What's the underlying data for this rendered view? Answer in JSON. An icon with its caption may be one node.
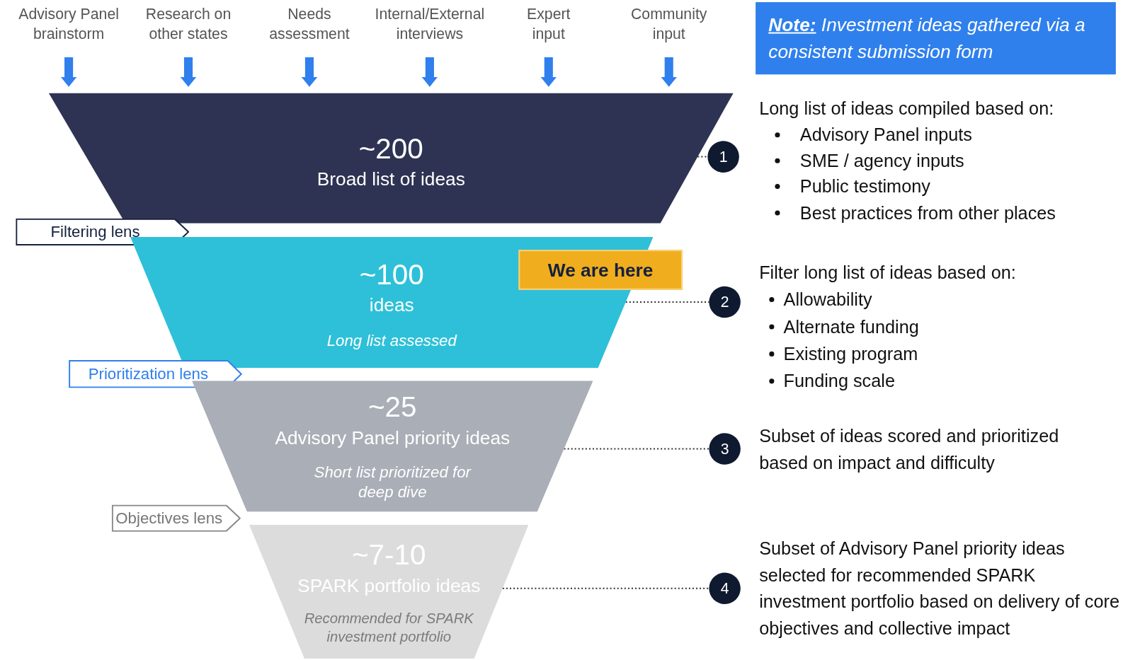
{
  "diagram": {
    "nodes": [
      {
        "text": [
          "Advisory Panel brainstorm"
        ]
      },
      {
        "text": [
          "Research on other states"
        ]
      },
      {
        "text": [
          "Needs assessment"
        ]
      },
      {
        "text": [
          "Internal/External interviews"
        ]
      },
      {
        "text": [
          "Expert input"
        ]
      },
      {
        "text": [
          "Community input"
        ]
      },
      {
        "text": [
          "**Note:** Investment ideas gathered via a consistent submission form"
        ]
      },
      {
        "text": [
          "~200",
          "Broad list of ideas"
        ]
      },
      {
        "text": [
          "Filtering lens"
        ]
      },
      {
        "text": [
          "~100",
          "ideas",
          "Long list assessed"
        ]
      },
      {
        "text": [
          "We are here"
        ]
      },
      {
        "text": [
          "Prioritization lens"
        ]
      },
      {
        "text": [
          "~25",
          "Advisory Panel priority ideas",
          "Short list prioritized for deep dive"
        ]
      },
      {
        "text": [
          "Objectives lens"
        ]
      },
      {
        "text": [
          "~7-10",
          "SPARK portfolio ideas",
          "Recommended for SPARK investment portfolio"
        ]
      },
      {
        "text": [
          "1"
        ]
      },
      {
        "text": [
          "2"
        ]
      },
      {
        "text": [
          "3"
        ]
      },
      {
        "text": [
          "4"
        ]
      }
    ],
    "edges": [
      {
        "from": 0,
        "to": 7,
        "arrow": "to"
      },
      {
        "from": 1,
        "to": 7,
        "arrow": "to"
      },
      {
        "from": 2,
        "to": 7,
        "arrow": "to"
      },
      {
        "from": 3,
        "to": 7,
        "arrow": "to"
      },
      {
        "from": 4,
        "to": 7,
        "arrow": "to"
      },
      {
        "from": 5,
        "to": 7,
        "arrow": "to"
      },
      {
        "from": 7,
        "to": 15,
        "arrow": "none",
        "style": "dashed",
        "color": "#333333"
      },
      {
        "from": 9,
        "to": 16,
        "arrow": "none",
        "style": "dashed",
        "color": "#333333"
      },
      {
        "from": 12,
        "to": 17,
        "arrow": "none",
        "style": "dashed",
        "color": "#333333"
      },
      {
        "from": 14,
        "to": 18,
        "arrow": "none",
        "style": "dashed",
        "color": "#333333"
      }
    ],
    "labels": [
      "Long list of ideas compiled based on:",
      "Advisory Panel inputs",
      "SME / agency inputs",
      "Public testimony",
      "Best practices from other places",
      "Filter long list of ideas based on:",
      "Allowability",
      "Alternate funding",
      "Existing program",
      "Funding scale",
      "Subset of ideas scored and prioritized based on impact and difficulty",
      "Subset of Advisory Panel priority ideas selected for recommended SPARK investment portfolio based on delivery of core objectives and collective impact"
    ]
  }
}
